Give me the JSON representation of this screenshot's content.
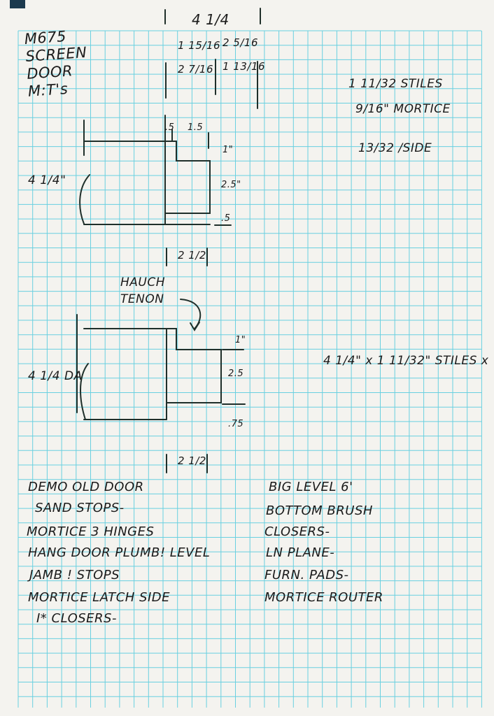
{
  "title": "M675\nSCREEN\nDOOR\nM:T's",
  "top_dims": {
    "overall": "4 1/4",
    "row1_left": "1 15/16",
    "row1_right": "2 5/16",
    "row2_left": "2 7/16",
    "row2_right": "1 13/16"
  },
  "right_notes": {
    "stiles": "1 11/32 STILES",
    "mortice": "9/16\" MORTICE",
    "side": "13/32 /SIDE"
  },
  "diagram1": {
    "left_label": "4 1/4\"",
    "dim_half": ".5",
    "dim_one_half": "1.5",
    "dim_one": "1\"",
    "dim_two_half": "2.5\"",
    "dim_bottom": ".5",
    "bottom_width": "2 1/2"
  },
  "haunch_label": "HAUCH\nTENON",
  "diagram2": {
    "left_label": "4 1/4 DA",
    "dim_one": "1\"",
    "dim_two_half": "2.5",
    "dim_bottom": ".75",
    "bottom_width": "2 1/2"
  },
  "right_note2": "4 1/4\" x 1 11/32\" STILES x",
  "list_left": [
    "DEMO OLD DOOR",
    "SAND STOPS-",
    "MORTICE 3 HINGES",
    "HANG DOOR PLUMB! LEVEL",
    "JAMB ! STOPS",
    "MORTICE LATCH SIDE",
    "I* CLOSERS-"
  ],
  "list_right": [
    "BIG LEVEL   6'",
    "BOTTOM BRUSH",
    "CLOSERS-",
    "LN PLANE-",
    "FURN. PADS-",
    "MORTICE ROUTER"
  ]
}
